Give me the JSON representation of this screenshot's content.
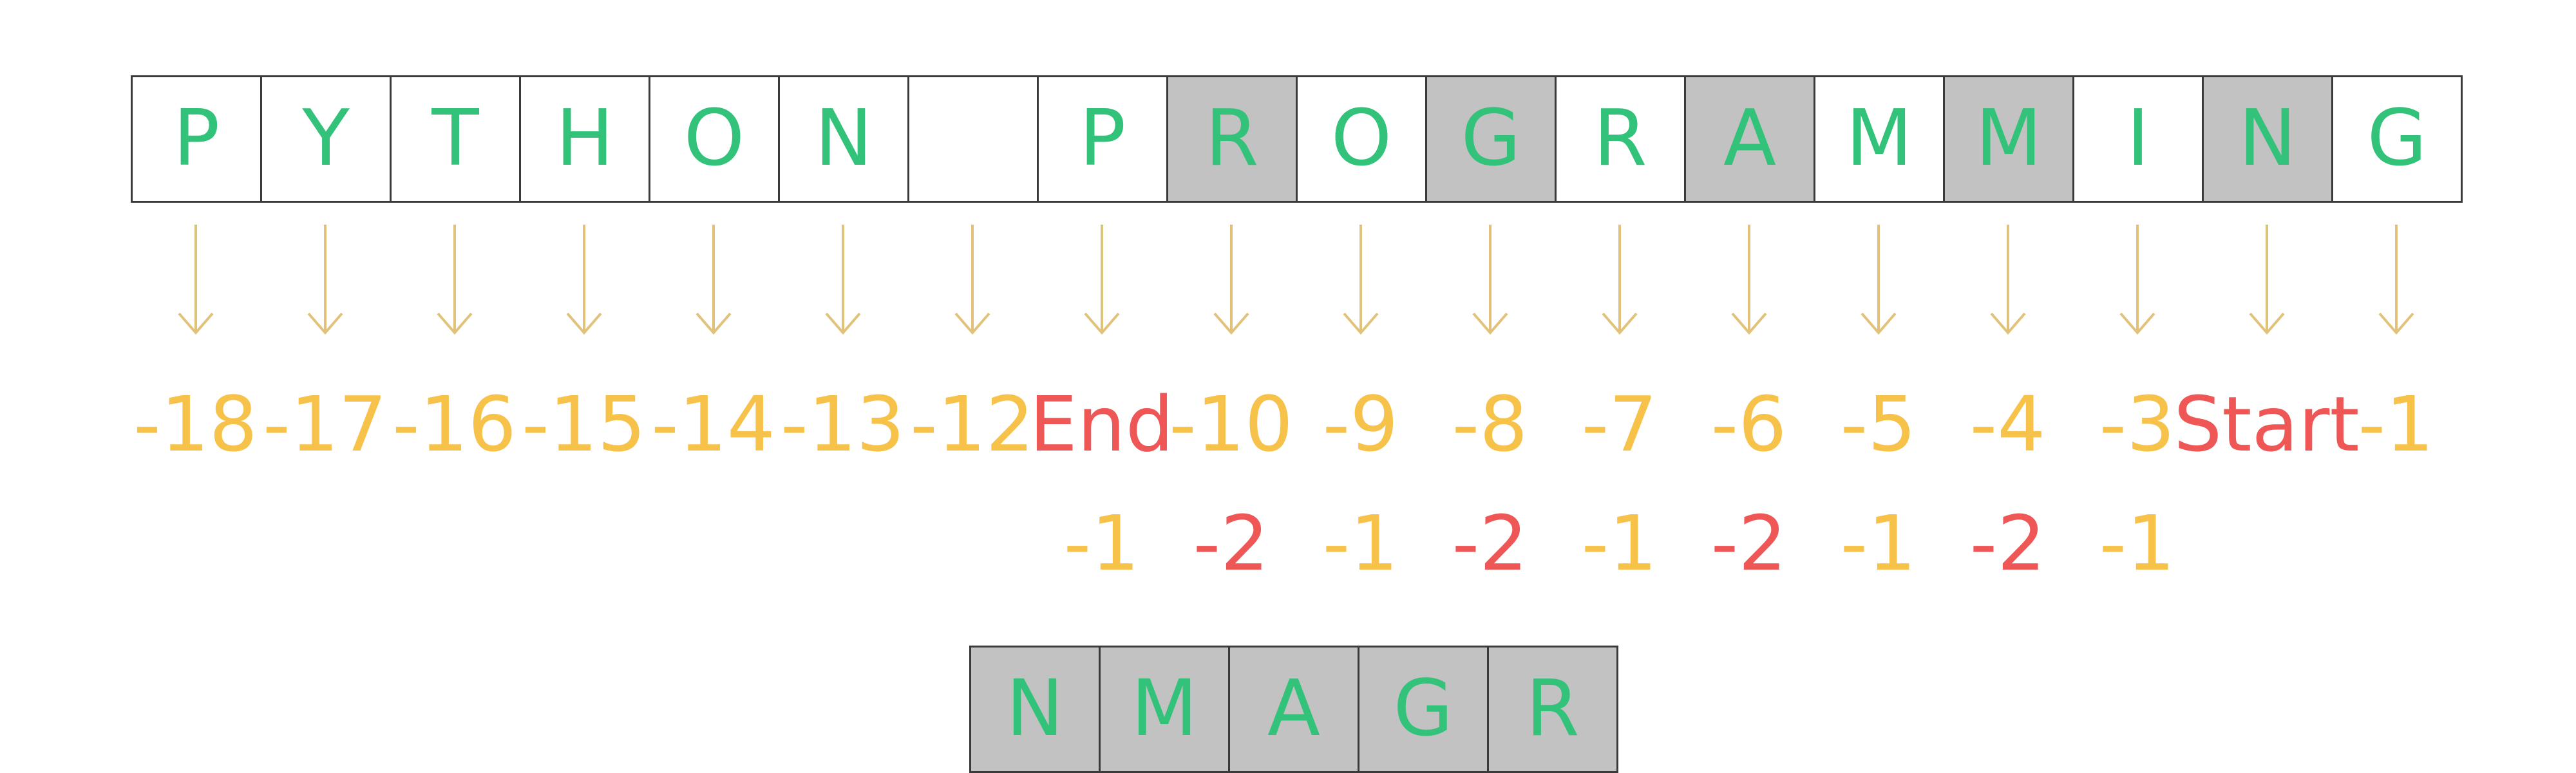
{
  "colors": {
    "letter": "#33c27a",
    "index": "#f7c24a",
    "highlight": "#ef5757",
    "arrow": "#e2c27a",
    "cell_gray": "#c2c2c2",
    "cell_white": "#ffffff",
    "border": "#3a3a3a"
  },
  "top_row": [
    {
      "char": "P",
      "shaded": false
    },
    {
      "char": "Y",
      "shaded": false
    },
    {
      "char": "T",
      "shaded": false
    },
    {
      "char": "H",
      "shaded": false
    },
    {
      "char": "O",
      "shaded": false
    },
    {
      "char": "N",
      "shaded": false
    },
    {
      "char": "",
      "shaded": false
    },
    {
      "char": "P",
      "shaded": false
    },
    {
      "char": "R",
      "shaded": true
    },
    {
      "char": "O",
      "shaded": false
    },
    {
      "char": "G",
      "shaded": true
    },
    {
      "char": "R",
      "shaded": false
    },
    {
      "char": "A",
      "shaded": true
    },
    {
      "char": "M",
      "shaded": false
    },
    {
      "char": "M",
      "shaded": true
    },
    {
      "char": "I",
      "shaded": false
    },
    {
      "char": "N",
      "shaded": true
    },
    {
      "char": "G",
      "shaded": false
    }
  ],
  "index_labels": [
    {
      "text": "-18",
      "highlight": false
    },
    {
      "text": "-17",
      "highlight": false
    },
    {
      "text": "-16",
      "highlight": false
    },
    {
      "text": "-15",
      "highlight": false
    },
    {
      "text": "-14",
      "highlight": false
    },
    {
      "text": "-13",
      "highlight": false
    },
    {
      "text": "-12",
      "highlight": false
    },
    {
      "text": "End",
      "highlight": true
    },
    {
      "text": "-10",
      "highlight": false
    },
    {
      "text": "-9",
      "highlight": false
    },
    {
      "text": "-8",
      "highlight": false
    },
    {
      "text": "-7",
      "highlight": false
    },
    {
      "text": "-6",
      "highlight": false
    },
    {
      "text": "-5",
      "highlight": false
    },
    {
      "text": "-4",
      "highlight": false
    },
    {
      "text": "-3",
      "highlight": false
    },
    {
      "text": "Start",
      "highlight": true
    },
    {
      "text": "-1",
      "highlight": false
    }
  ],
  "step_labels": [
    {
      "text": "",
      "highlight": false
    },
    {
      "text": "",
      "highlight": false
    },
    {
      "text": "",
      "highlight": false
    },
    {
      "text": "",
      "highlight": false
    },
    {
      "text": "",
      "highlight": false
    },
    {
      "text": "",
      "highlight": false
    },
    {
      "text": "",
      "highlight": false
    },
    {
      "text": "-1",
      "highlight": false
    },
    {
      "text": "-2",
      "highlight": true
    },
    {
      "text": "-1",
      "highlight": false
    },
    {
      "text": "-2",
      "highlight": true
    },
    {
      "text": "-1",
      "highlight": false
    },
    {
      "text": "-2",
      "highlight": true
    },
    {
      "text": "-1",
      "highlight": false
    },
    {
      "text": "-2",
      "highlight": true
    },
    {
      "text": "-1",
      "highlight": false
    },
    {
      "text": "",
      "highlight": false
    },
    {
      "text": "",
      "highlight": false
    }
  ],
  "result_row": [
    {
      "char": "N",
      "shaded": true
    },
    {
      "char": "M",
      "shaded": true
    },
    {
      "char": "A",
      "shaded": true
    },
    {
      "char": "G",
      "shaded": true
    },
    {
      "char": "R",
      "shaded": true
    }
  ]
}
